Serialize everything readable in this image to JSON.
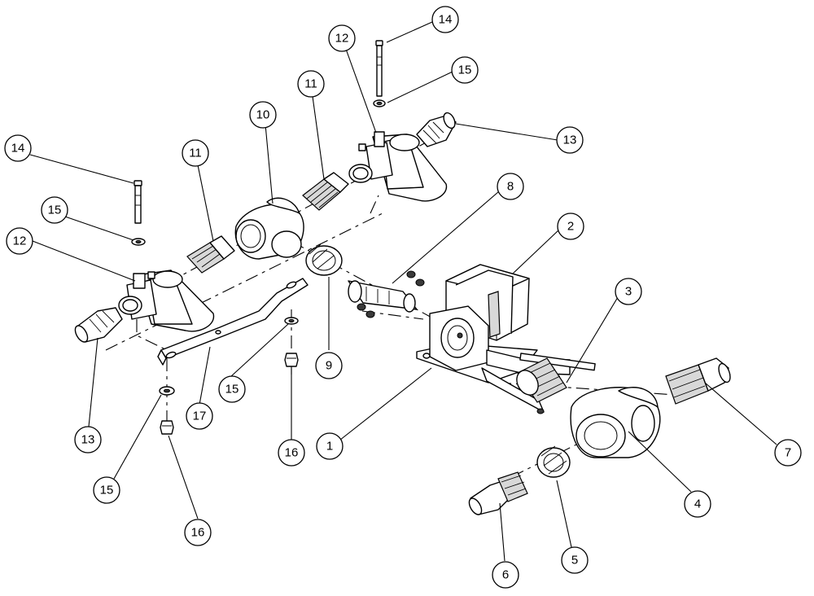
{
  "diagram": {
    "callouts": [
      {
        "id": "c1",
        "label": "1"
      },
      {
        "id": "c2",
        "label": "2"
      },
      {
        "id": "c3",
        "label": "3"
      },
      {
        "id": "c4",
        "label": "4"
      },
      {
        "id": "c5",
        "label": "5"
      },
      {
        "id": "c6",
        "label": "6"
      },
      {
        "id": "c7",
        "label": "7"
      },
      {
        "id": "c8",
        "label": "8"
      },
      {
        "id": "c9",
        "label": "9"
      },
      {
        "id": "c10",
        "label": "10"
      },
      {
        "id": "c11a",
        "label": "11"
      },
      {
        "id": "c11b",
        "label": "11"
      },
      {
        "id": "c12a",
        "label": "12"
      },
      {
        "id": "c12b",
        "label": "12"
      },
      {
        "id": "c13a",
        "label": "13"
      },
      {
        "id": "c13b",
        "label": "13"
      },
      {
        "id": "c14a",
        "label": "14"
      },
      {
        "id": "c14b",
        "label": "14"
      },
      {
        "id": "c15a",
        "label": "15"
      },
      {
        "id": "c15b",
        "label": "15"
      },
      {
        "id": "c15c",
        "label": "15"
      },
      {
        "id": "c15d",
        "label": "15"
      },
      {
        "id": "c16a",
        "label": "16"
      },
      {
        "id": "c16b",
        "label": "16"
      },
      {
        "id": "c17",
        "label": "17"
      }
    ]
  }
}
